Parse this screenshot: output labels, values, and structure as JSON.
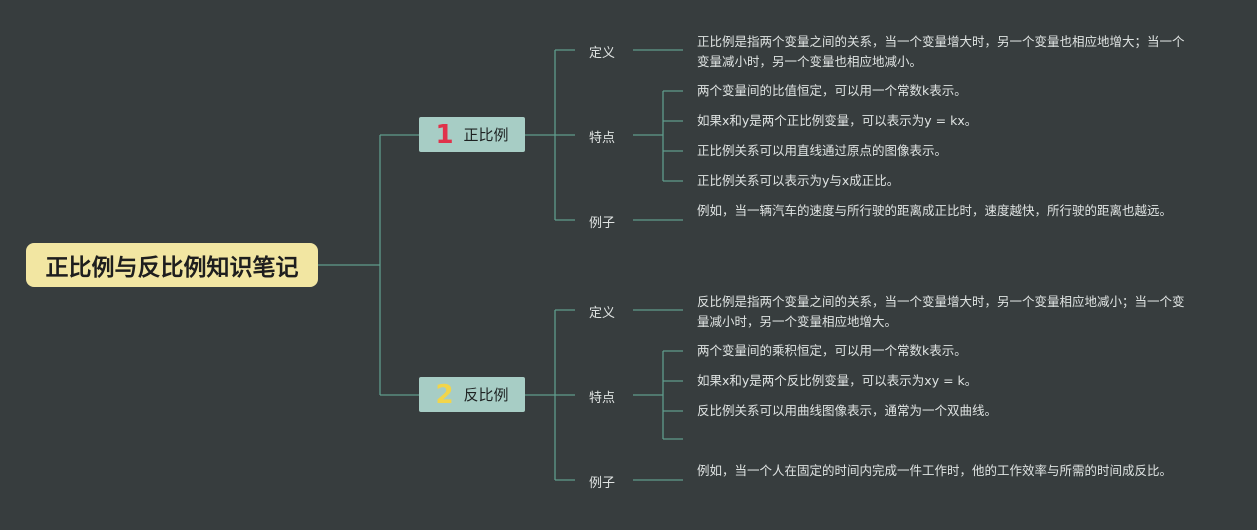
{
  "root": {
    "title": "正比例与反比例知识笔记"
  },
  "branches": [
    {
      "number": "1",
      "number_color": "#e0324b",
      "title": "正比例",
      "definition": {
        "label": "定义",
        "text": "正比例是指两个变量之间的关系，当一个变量增大时，另一个变量也相应地增大；当一个变量减小时，另一个变量也相应地减小。"
      },
      "features": {
        "label": "特点",
        "items": [
          "两个变量间的比值恒定，可以用一个常数k表示。",
          "如果x和y是两个正比例变量，可以表示为y = kx。",
          "正比例关系可以用直线通过原点的图像表示。",
          "正比例关系可以表示为y与x成正比。"
        ]
      },
      "example": {
        "label": "例子",
        "text": "例如，当一辆汽车的速度与所行驶的距离成正比时，速度越快，所行驶的距离也越远。"
      }
    },
    {
      "number": "2",
      "number_color": "#f2d54a",
      "title": "反比例",
      "definition": {
        "label": "定义",
        "text": "反比例是指两个变量之间的关系，当一个变量增大时，另一个变量相应地减小；当一个变量减小时，另一个变量相应地增大。"
      },
      "features": {
        "label": "特点",
        "items": [
          "两个变量间的乘积恒定，可以用一个常数k表示。",
          "如果x和y是两个反比例变量，可以表示为xy = k。",
          "反比例关系可以用曲线图像表示，通常为一个双曲线。",
          ""
        ]
      },
      "example": {
        "label": "例子",
        "text": "例如，当一个人在固定的时间内完成一件工作时，他的工作效率与所需的时间成反比。"
      }
    }
  ],
  "colors": {
    "background": "#373d3e",
    "line": "#5f9c8c",
    "root_fill": "#f2e6a2",
    "branch_fill": "#a7cdc5"
  }
}
